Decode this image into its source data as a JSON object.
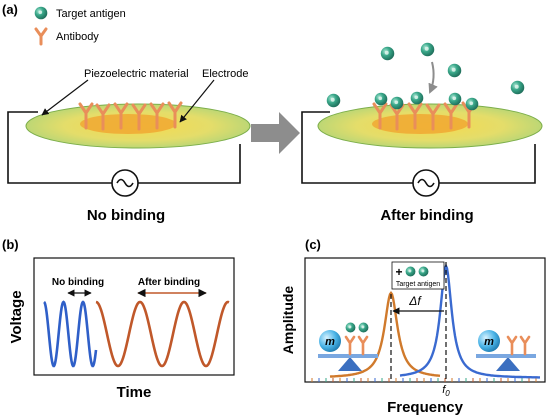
{
  "panels": {
    "a": {
      "tag": "(a)",
      "legend": {
        "antigen": "Target antigen",
        "antibody": "Antibody"
      },
      "callouts": {
        "piezo": "Piezoelectric material",
        "electrode": "Electrode"
      },
      "captions": {
        "left": "No binding",
        "right": "After binding"
      }
    },
    "b": {
      "tag": "(b)",
      "ylabel": "Voltage",
      "xlabel": "Time",
      "annotations": {
        "before": "No binding",
        "after": "After binding"
      }
    },
    "c": {
      "tag": "(c)",
      "ylabel": "Amplitude",
      "xlabel": "Frequency",
      "inset": {
        "plus": "+",
        "label": "Target antigen"
      },
      "delta": "Δf",
      "f0": "f",
      "f0_sub": "0",
      "mass": "m"
    }
  },
  "colors": {
    "plate_green": "#b9d97a",
    "plate_yellow": "#f3d25b",
    "electrode_orange": "#f0a832",
    "antibody": "#e98e5a",
    "antigen": "#2e9a7e",
    "wave_before": "#2f5fc8",
    "wave_after": "#c0582a",
    "peak_after": "#d07a2c",
    "peak_before": "#3a6ad0",
    "arrow_gray": "#8d8d8d"
  }
}
